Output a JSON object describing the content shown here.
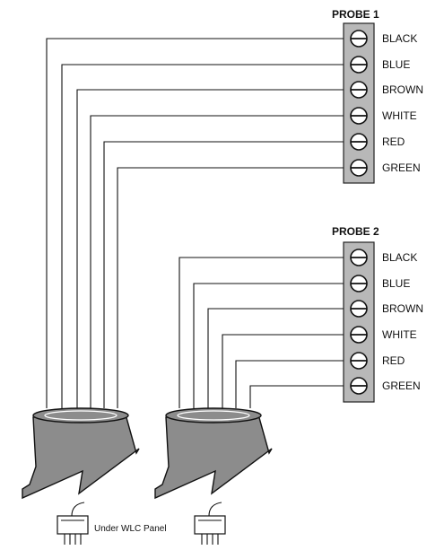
{
  "probes": [
    {
      "title": "PROBE 1",
      "terminals": [
        "BLACK",
        "BLUE",
        "BROWN",
        "WHITE",
        "RED",
        "GREEN"
      ]
    },
    {
      "title": "PROBE 2",
      "terminals": [
        "BLACK",
        "BLUE",
        "BROWN",
        "WHITE",
        "RED",
        "GREEN"
      ]
    }
  ],
  "caption": "Under WLC Panel",
  "colors": {
    "strip": "#b8b8b8",
    "cable": "#8c8c8c",
    "wire": "#111111"
  }
}
